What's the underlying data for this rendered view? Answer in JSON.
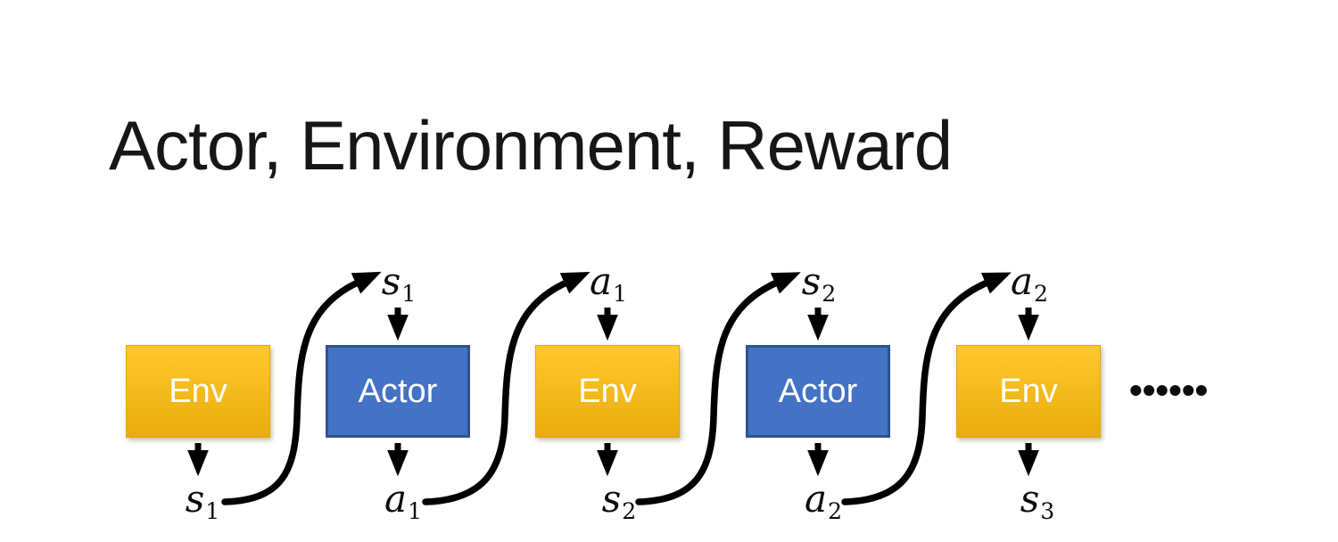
{
  "title": "Actor, Environment, Reward",
  "diagram": {
    "columns": [
      {
        "box_label": "Env",
        "kind": "env",
        "top": null,
        "bottom": {
          "base": "s",
          "sub": "1"
        }
      },
      {
        "box_label": "Actor",
        "kind": "actor",
        "top": {
          "base": "s",
          "sub": "1"
        },
        "bottom": {
          "base": "a",
          "sub": "1"
        }
      },
      {
        "box_label": "Env",
        "kind": "env",
        "top": {
          "base": "a",
          "sub": "1"
        },
        "bottom": {
          "base": "s",
          "sub": "2"
        }
      },
      {
        "box_label": "Actor",
        "kind": "actor",
        "top": {
          "base": "s",
          "sub": "2"
        },
        "bottom": {
          "base": "a",
          "sub": "2"
        }
      },
      {
        "box_label": "Env",
        "kind": "env",
        "top": {
          "base": "a",
          "sub": "2"
        },
        "bottom": {
          "base": "s",
          "sub": "3"
        }
      }
    ],
    "ellipsis": "••••••"
  },
  "colors": {
    "env_top": "#FFC82E",
    "env_bottom": "#EAAC0C",
    "actor_fill": "#4472C4",
    "actor_border": "#2F528F",
    "arrow": "#000000",
    "title_text": "#161616",
    "box_text": "#FFFFFF"
  }
}
